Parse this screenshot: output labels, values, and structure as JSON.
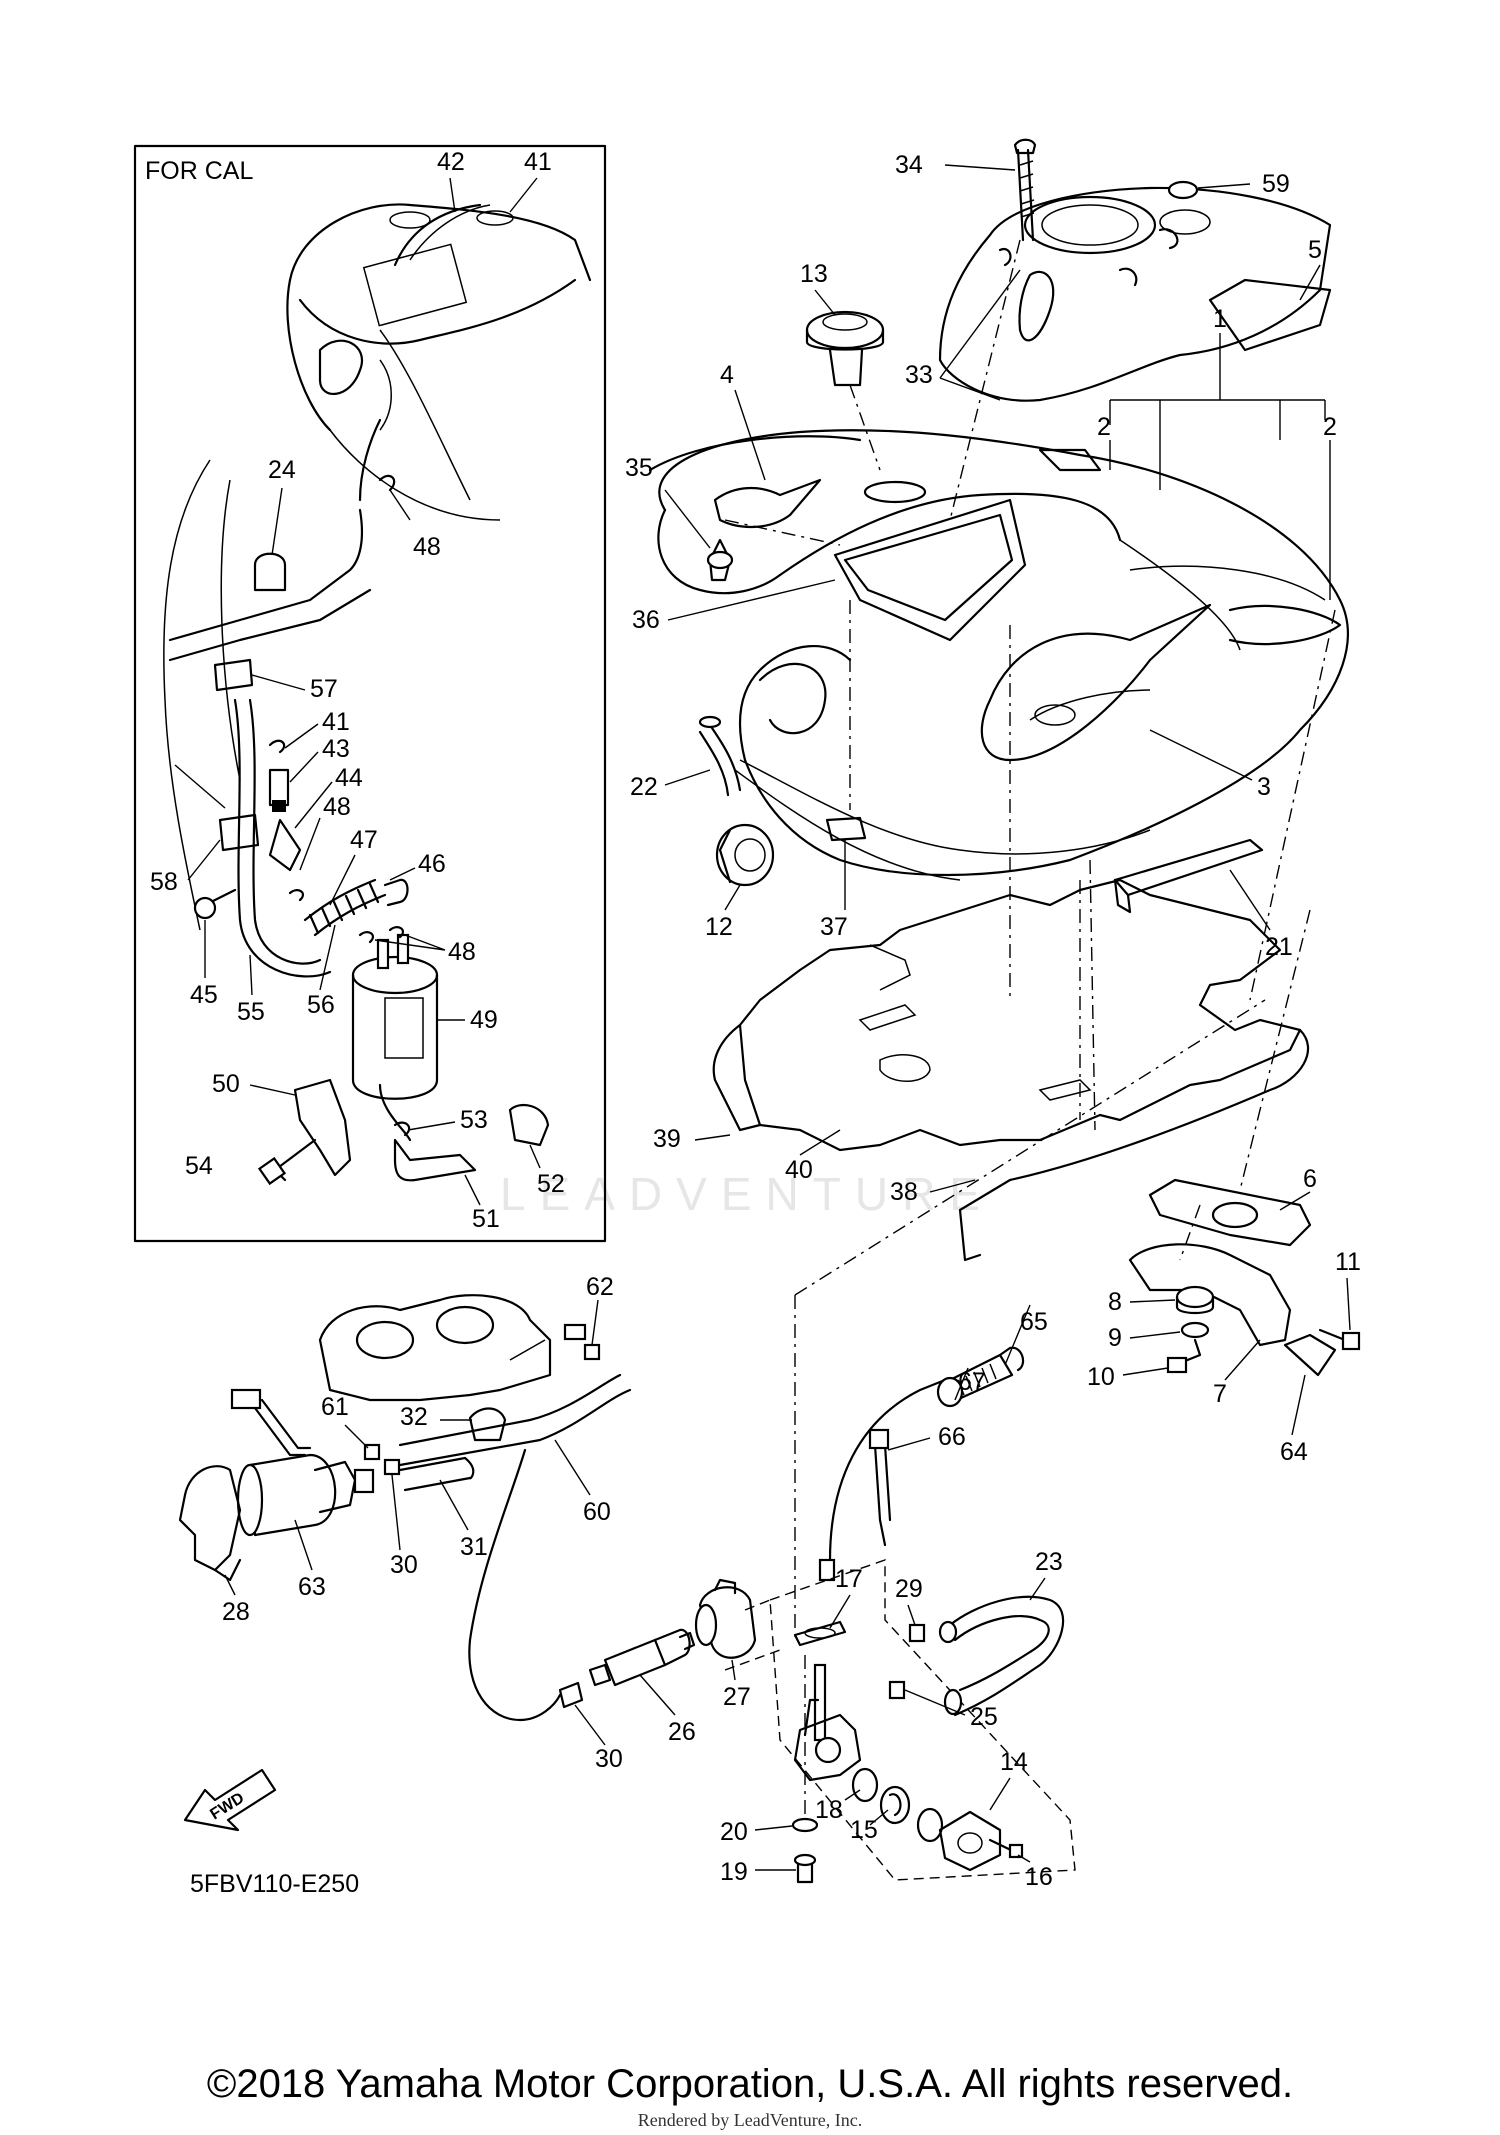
{
  "inset_label": "FOR CAL",
  "diagram_code": "5FBV110-E250",
  "fwd_label": "FWD",
  "watermark": "LEADVENTURE",
  "copyright": "©2018 Yamaha Motor Corporation, U.S.A. All rights reserved.",
  "rendered_by": "Rendered by LeadVenture, Inc.",
  "callouts": {
    "c1": "1",
    "c2a": "2",
    "c2b": "2",
    "c3": "3",
    "c4": "4",
    "c5": "5",
    "c6": "6",
    "c7": "7",
    "c8": "8",
    "c9": "9",
    "c10": "10",
    "c11": "11",
    "c12": "12",
    "c13": "13",
    "c14": "14",
    "c15": "15",
    "c16": "16",
    "c17": "17",
    "c18": "18",
    "c19": "19",
    "c20": "20",
    "c21": "21",
    "c22": "22",
    "c23": "23",
    "c24": "24",
    "c25": "25",
    "c26": "26",
    "c27": "27",
    "c28": "28",
    "c29": "29",
    "c30a": "30",
    "c30b": "30",
    "c31": "31",
    "c32": "32",
    "c33": "33",
    "c34": "34",
    "c35": "35",
    "c36": "36",
    "c37": "37",
    "c38": "38",
    "c39": "39",
    "c40": "40",
    "c41a": "41",
    "c41b": "41",
    "c42": "42",
    "c43": "43",
    "c44": "44",
    "c45": "45",
    "c46": "46",
    "c47": "47",
    "c48a": "48",
    "c48b": "48",
    "c48c": "48",
    "c49": "49",
    "c50": "50",
    "c51": "51",
    "c52": "52",
    "c53": "53",
    "c54": "54",
    "c55": "55",
    "c56": "56",
    "c57": "57",
    "c58": "58",
    "c59": "59",
    "c60": "60",
    "c61": "61",
    "c62": "62",
    "c63": "63",
    "c64": "64",
    "c65": "65",
    "c66": "66",
    "c67": "67"
  }
}
